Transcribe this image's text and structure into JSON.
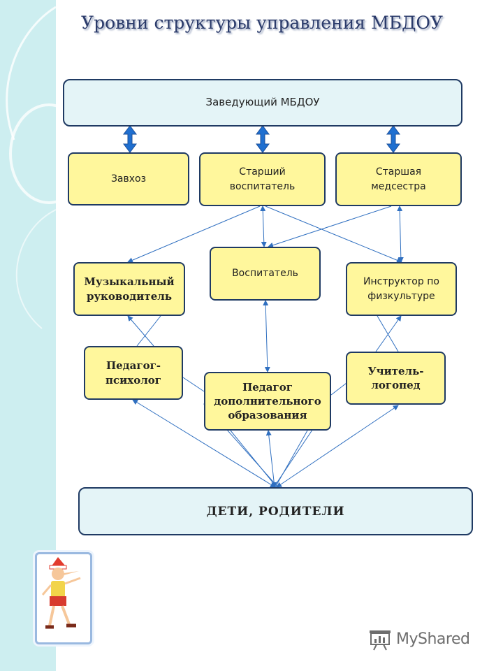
{
  "title": "Уровни структуры управления  МБДОУ",
  "nodes": {
    "head": "Заведующий МБДОУ",
    "zavhoz": "Завхоз",
    "senior_educator": "Старший\nвоспитатель",
    "senior_nurse": "Старшая\nмедсестра",
    "music_director": "Музыкальный\nруководитель",
    "educator": "Воспитатель",
    "pe_instructor": "Инструктор по\nфизкультуре",
    "psychologist": "Педагог-\nпсихолог",
    "additional_education": "Педагог\nдополнительного\nобразования",
    "speech_therapist": "Учитель-\nлогопед",
    "children_parents": "ДЕТИ, РОДИТЕЛИ"
  },
  "watermark": {
    "brand": "MyShared",
    "icon": "presentation-chart-icon"
  },
  "illustration": "pinocchio-character",
  "colors": {
    "box_fill": "#fff79c",
    "box_border": "#1f3a63",
    "header_fill": "#e4f4f7",
    "arrow_blue": "#1f6fd0",
    "connector": "#2f6fc0",
    "title_color": "#2a3a6a",
    "sidebar": "#cdeef0"
  }
}
